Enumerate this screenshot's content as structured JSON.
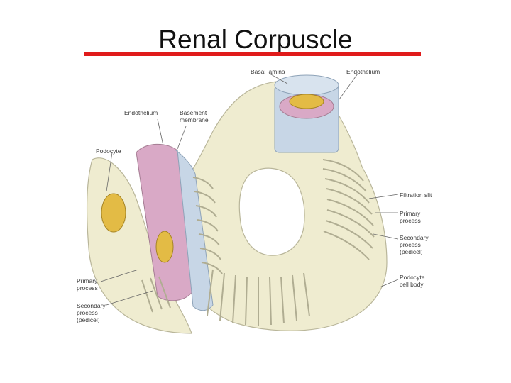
{
  "title": "Renal Corpuscle",
  "colors": {
    "title_rule": "#e01b1b",
    "podocyte_tissue": "#efecd0",
    "capillary_endothelium": "#d9a9c6",
    "basement_membrane": "#c7d6e6",
    "nucleus": "#e3bb45",
    "leader_line": "#666666"
  },
  "labels": {
    "basal_lamina": "Basal lamina",
    "endothelium_top": "Endothelium",
    "endothelium_left": "Endothelium",
    "basement_membrane": [
      "Basement",
      "membrane"
    ],
    "podocyte": "Podocyte",
    "filtration_slit": "Filtration slit",
    "primary_process_right": [
      "Primary",
      "process"
    ],
    "secondary_process_right": [
      "Secondary",
      "process",
      "(pedicel)"
    ],
    "podocyte_cell_body": [
      "Podocyte",
      "cell body"
    ],
    "primary_process_left": [
      "Primary",
      "process"
    ],
    "secondary_process_left": [
      "Secondary",
      "process",
      "(pedicel)"
    ]
  }
}
